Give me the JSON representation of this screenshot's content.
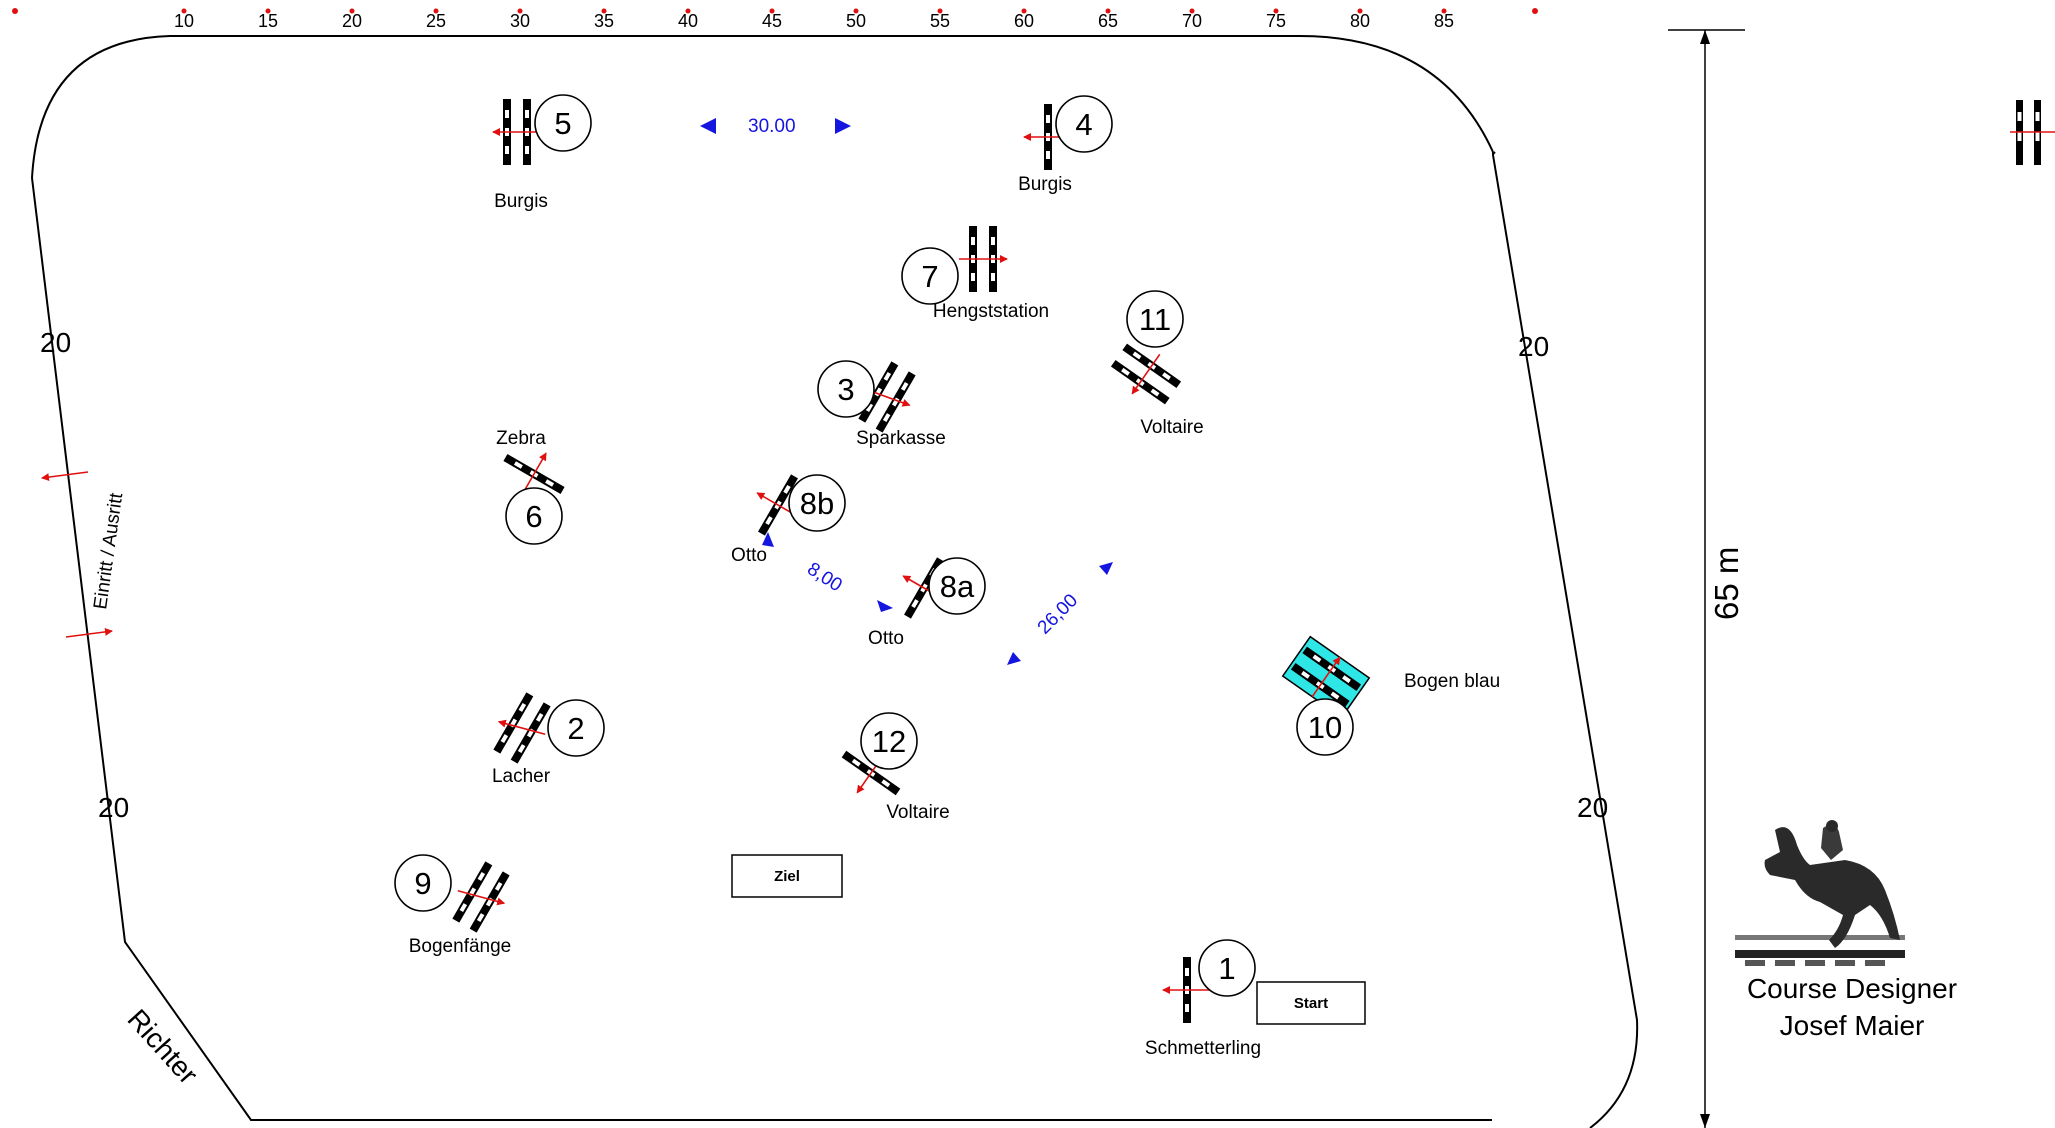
{
  "ruler": {
    "ticks": [
      "10",
      "15",
      "20",
      "25",
      "30",
      "35",
      "40",
      "45",
      "50",
      "55",
      "60",
      "65",
      "70",
      "75",
      "80",
      "85"
    ]
  },
  "side_marks": {
    "left_top": "20",
    "left_bottom": "20",
    "right_top": "20",
    "right_bottom": "20"
  },
  "entrance_label": "Einritt / Ausritt",
  "judge_label": "Richter",
  "dimension": {
    "label": "65 m"
  },
  "distances": {
    "top": "30.00",
    "d8": "8,00",
    "d26": "26,00"
  },
  "boxes": {
    "start": "Start",
    "finish": "Ziel"
  },
  "designer": {
    "line1": "Course Designer",
    "line2": "Josef Maier"
  },
  "obstacles": [
    {
      "number": "1",
      "label": "Schmetterling",
      "kind": "vertical"
    },
    {
      "number": "2",
      "label": "Lacher",
      "kind": "oxer"
    },
    {
      "number": "3",
      "label": "Sparkasse",
      "kind": "oxer"
    },
    {
      "number": "4",
      "label": "Burgis",
      "kind": "vertical"
    },
    {
      "number": "5",
      "label": "Burgis",
      "kind": "oxer"
    },
    {
      "number": "6",
      "label": "Zebra",
      "kind": "vertical"
    },
    {
      "number": "7",
      "label": "Hengststation",
      "kind": "oxer"
    },
    {
      "number": "8a",
      "label": "Otto",
      "kind": "vertical"
    },
    {
      "number": "8b",
      "label": "Otto",
      "kind": "vertical"
    },
    {
      "number": "9",
      "label": "Bogenfänge",
      "kind": "oxer"
    },
    {
      "number": "10",
      "label": "Bogen blau",
      "kind": "oxer-blue"
    },
    {
      "number": "11",
      "label": "Voltaire",
      "kind": "oxer"
    },
    {
      "number": "12",
      "label": "Voltaire",
      "kind": "vertical"
    }
  ],
  "colors": {
    "arrow": "#e01010",
    "distance": "#1515e0",
    "water": "#2ee6e6"
  }
}
